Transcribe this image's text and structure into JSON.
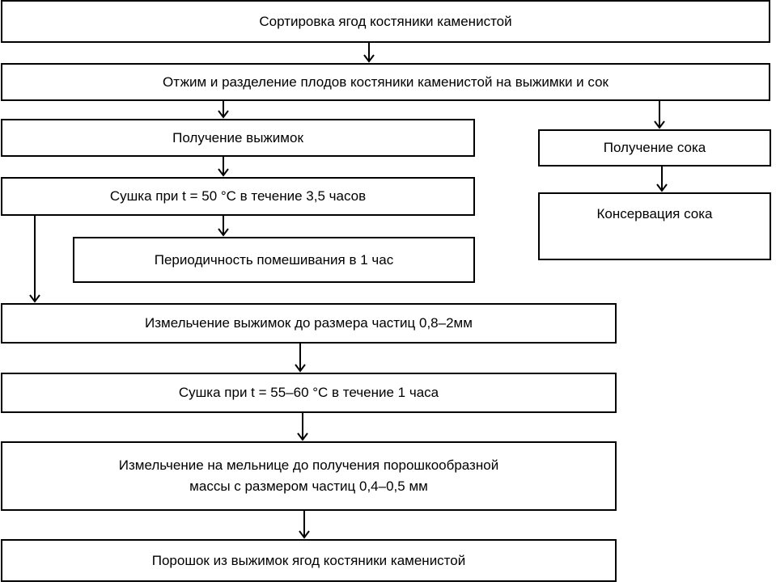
{
  "steps": {
    "sort": "Сортировка ягод костяники каменистой",
    "press": "Отжим и разделение плодов костяники каменистой на выжимки и сок",
    "pomace": "Получение выжимок",
    "juice": "Получение сока",
    "dry1": "Сушка при t = 50 °C в течение 3,5 часов",
    "stir": "Периодичность помешивания в 1 час",
    "preserve": "Консервация сока",
    "grind1": "Измельчение выжимок до размера частиц 0,8–2мм",
    "dry2": "Сушка при t = 55–60 °C в течение 1 часа",
    "mill_line1": "Измельчение на мельнице до получения порошкообразной",
    "mill_line2": "массы с размером частиц 0,4–0,5 мм",
    "powder": "Порошок из выжимок ягод костяники каменистой"
  }
}
